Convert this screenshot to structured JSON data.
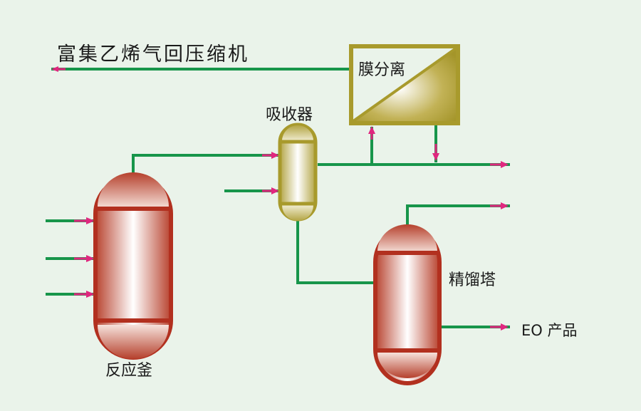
{
  "diagram": {
    "title_label": "富集乙烯气回压缩机",
    "units": {
      "reactor": "反应釜",
      "absorber": "吸收器",
      "membrane": "膜分离",
      "distillation": "精馏塔"
    },
    "product_label": "EO 产品",
    "colors": {
      "background": "#eaf3ea",
      "pipe": "#17954a",
      "arrow": "#e0277f",
      "vessel_red": "#b2301f",
      "vessel_olive": "#a89a2c",
      "text": "#1a1a1a"
    }
  }
}
